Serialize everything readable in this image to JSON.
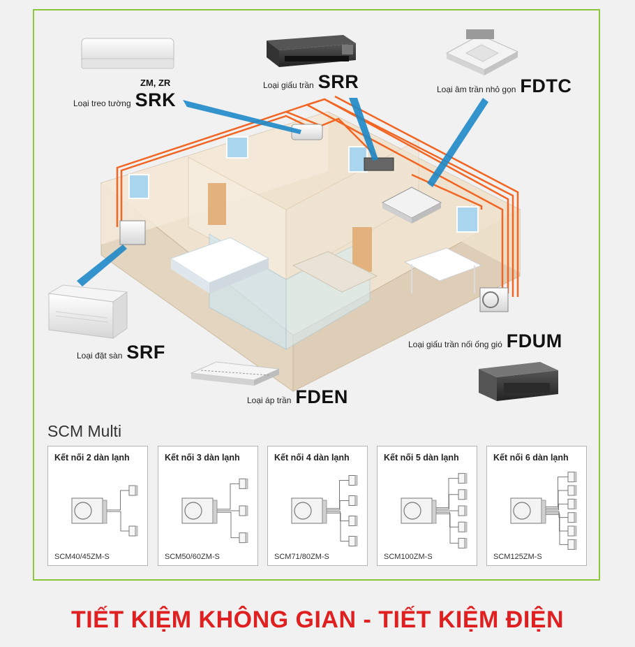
{
  "units": [
    {
      "id": "srk",
      "type": "Loại treo tường",
      "series": "ZM, ZR",
      "model": "SRK"
    },
    {
      "id": "srr",
      "type": "Loại giấu trần",
      "model": "SRR"
    },
    {
      "id": "fdtc",
      "type": "Loại âm trần nhỏ gọn",
      "model": "FDTC"
    },
    {
      "id": "srf",
      "type": "Loại đặt sàn",
      "model": "SRF"
    },
    {
      "id": "fden",
      "type": "Loại áp trần",
      "model": "FDEN"
    },
    {
      "id": "fdum",
      "type": "Loại giấu trần nối ống gió",
      "model": "FDUM"
    }
  ],
  "scm": {
    "title": "SCM Multi",
    "configs": [
      {
        "label": "Kết nối 2 dàn lạnh",
        "model": "SCM40/45ZM-S",
        "count": 2
      },
      {
        "label": "Kết nối 3 dàn lạnh",
        "model": "SCM50/60ZM-S",
        "count": 3
      },
      {
        "label": "Kết nối 4 dàn lạnh",
        "model": "SCM71/80ZM-S",
        "count": 4
      },
      {
        "label": "Kết nối 5 dàn lạnh",
        "model": "SCM100ZM-S",
        "count": 5
      },
      {
        "label": "Kết nối 6 dàn lạnh",
        "model": "SCM125ZM-S",
        "count": 6
      }
    ]
  },
  "footer": "TIẾT KIỆM KHÔNG GIAN - TIẾT KIỆM ĐIỆN",
  "colors": {
    "border": "#8cc63f",
    "pipe": "#f26522",
    "callout": "#1e88c8",
    "footer": "#e02020"
  }
}
